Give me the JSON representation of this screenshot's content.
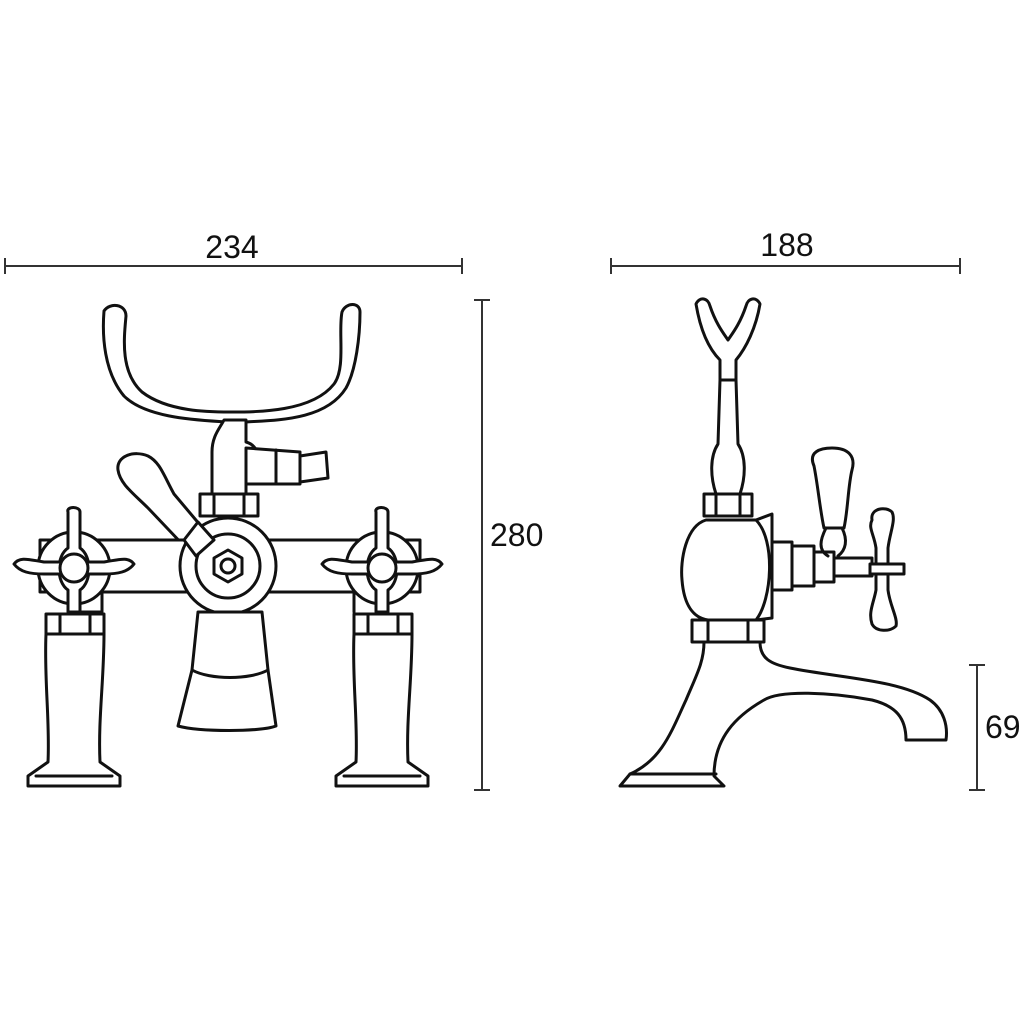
{
  "dimensions": {
    "front_width": "234",
    "side_width": "188",
    "overall_height": "280",
    "spout_height": "69"
  },
  "colors": {
    "line": "#111111",
    "background": "#ffffff"
  }
}
